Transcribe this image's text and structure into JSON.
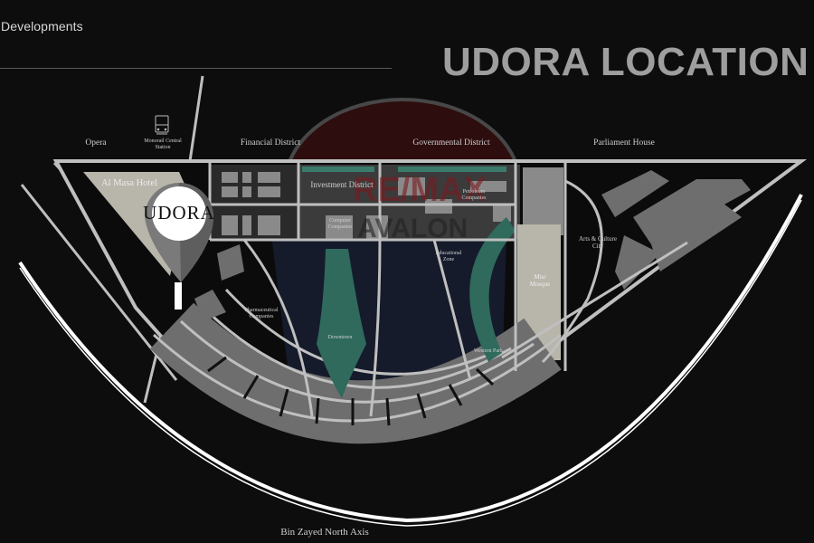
{
  "header": {
    "section_label": "Developments",
    "title": "UDORA LOCATION"
  },
  "watermark": {
    "line1": "RE/MAX",
    "line2": "AVALON"
  },
  "pin": {
    "label": "UDORA",
    "icon": "map-pin-icon"
  },
  "top_labels": [
    {
      "label": "Opera"
    },
    {
      "label": "Monorail Central Station",
      "icon": "train-icon"
    },
    {
      "label": "Financial District"
    },
    {
      "label": "Governmental District"
    },
    {
      "label": "Parliament House"
    }
  ],
  "districts": [
    {
      "label": "Al Masa Hotel"
    },
    {
      "label": "Investment District"
    },
    {
      "label": "Petroleum Companies"
    },
    {
      "label": "Computer Companies"
    },
    {
      "label": "Educational Zone"
    },
    {
      "label": "Pharmaceutical Companies"
    },
    {
      "label": "Downtown"
    },
    {
      "label": "Western Park"
    },
    {
      "label": "Misr Mosque"
    },
    {
      "label": "Arts & Culture City"
    }
  ],
  "roads": {
    "bottom_axis": "Bin Zayed North Axis"
  },
  "colors": {
    "background": "#0d0d0d",
    "road": "#bfbfbf",
    "block": "#6e6e6e",
    "green_zone": "#2f6a5c",
    "hotel_zone": "#b8b5aa",
    "navy_zone": "#151b2b",
    "title": "#9e9e9e",
    "watermark_red": "#6a1418"
  }
}
